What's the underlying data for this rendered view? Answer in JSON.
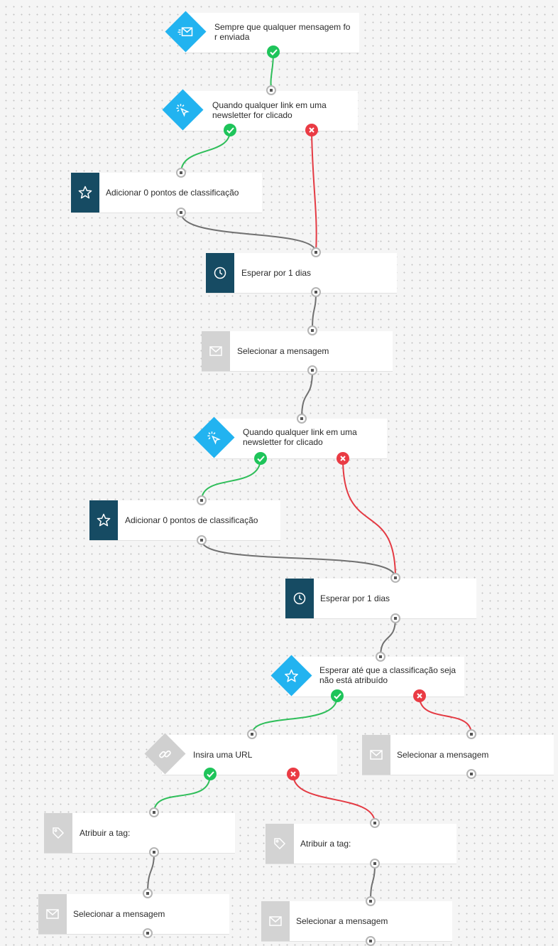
{
  "colors": {
    "connector_gray": "#707070",
    "connector_green": "#2fbe5a",
    "connector_red": "#e43a43",
    "trigger_blue": "#22b3f0",
    "action_dark": "#164b63",
    "message_gray": "#d3d3d3"
  },
  "nodes": {
    "n1": {
      "label": "Sempre que qualquer mensagem fo\nr enviada",
      "icon": "send-mail-icon",
      "kind": "trigger"
    },
    "n2": {
      "label": "Quando qualquer link em uma\nnewsletter for clicado",
      "icon": "click-icon",
      "kind": "trigger"
    },
    "n3": {
      "label": "Adicionar 0 pontos de classificação",
      "icon": "star-icon",
      "kind": "action"
    },
    "n4": {
      "label": "Esperar por 1 dias",
      "icon": "clock-icon",
      "kind": "action"
    },
    "n5": {
      "label": "Selecionar a mensagem",
      "icon": "mail-icon",
      "kind": "message"
    },
    "n6": {
      "label": "Quando qualquer link em uma\nnewsletter for clicado",
      "icon": "click-icon",
      "kind": "trigger"
    },
    "n7": {
      "label": "Adicionar 0 pontos de classificação",
      "icon": "star-icon",
      "kind": "action"
    },
    "n8": {
      "label": "Esperar por 1 dias",
      "icon": "clock-icon",
      "kind": "action"
    },
    "n9": {
      "label": "Esperar até que a classificação seja\nnão está atribuído",
      "icon": "star-icon",
      "kind": "trigger"
    },
    "n10": {
      "label": "Insira uma URL",
      "icon": "link-icon",
      "kind": "condition"
    },
    "n11": {
      "label": "Selecionar a mensagem",
      "icon": "mail-icon",
      "kind": "message"
    },
    "n12": {
      "label": "Atribuir a tag:",
      "icon": "tag-icon",
      "kind": "message"
    },
    "n13": {
      "label": "Atribuir a tag:",
      "icon": "tag-icon",
      "kind": "message"
    },
    "n14": {
      "label": "Selecionar a mensagem",
      "icon": "mail-icon",
      "kind": "message"
    },
    "n15": {
      "label": "Selecionar a mensagem",
      "icon": "mail-icon",
      "kind": "message"
    }
  }
}
